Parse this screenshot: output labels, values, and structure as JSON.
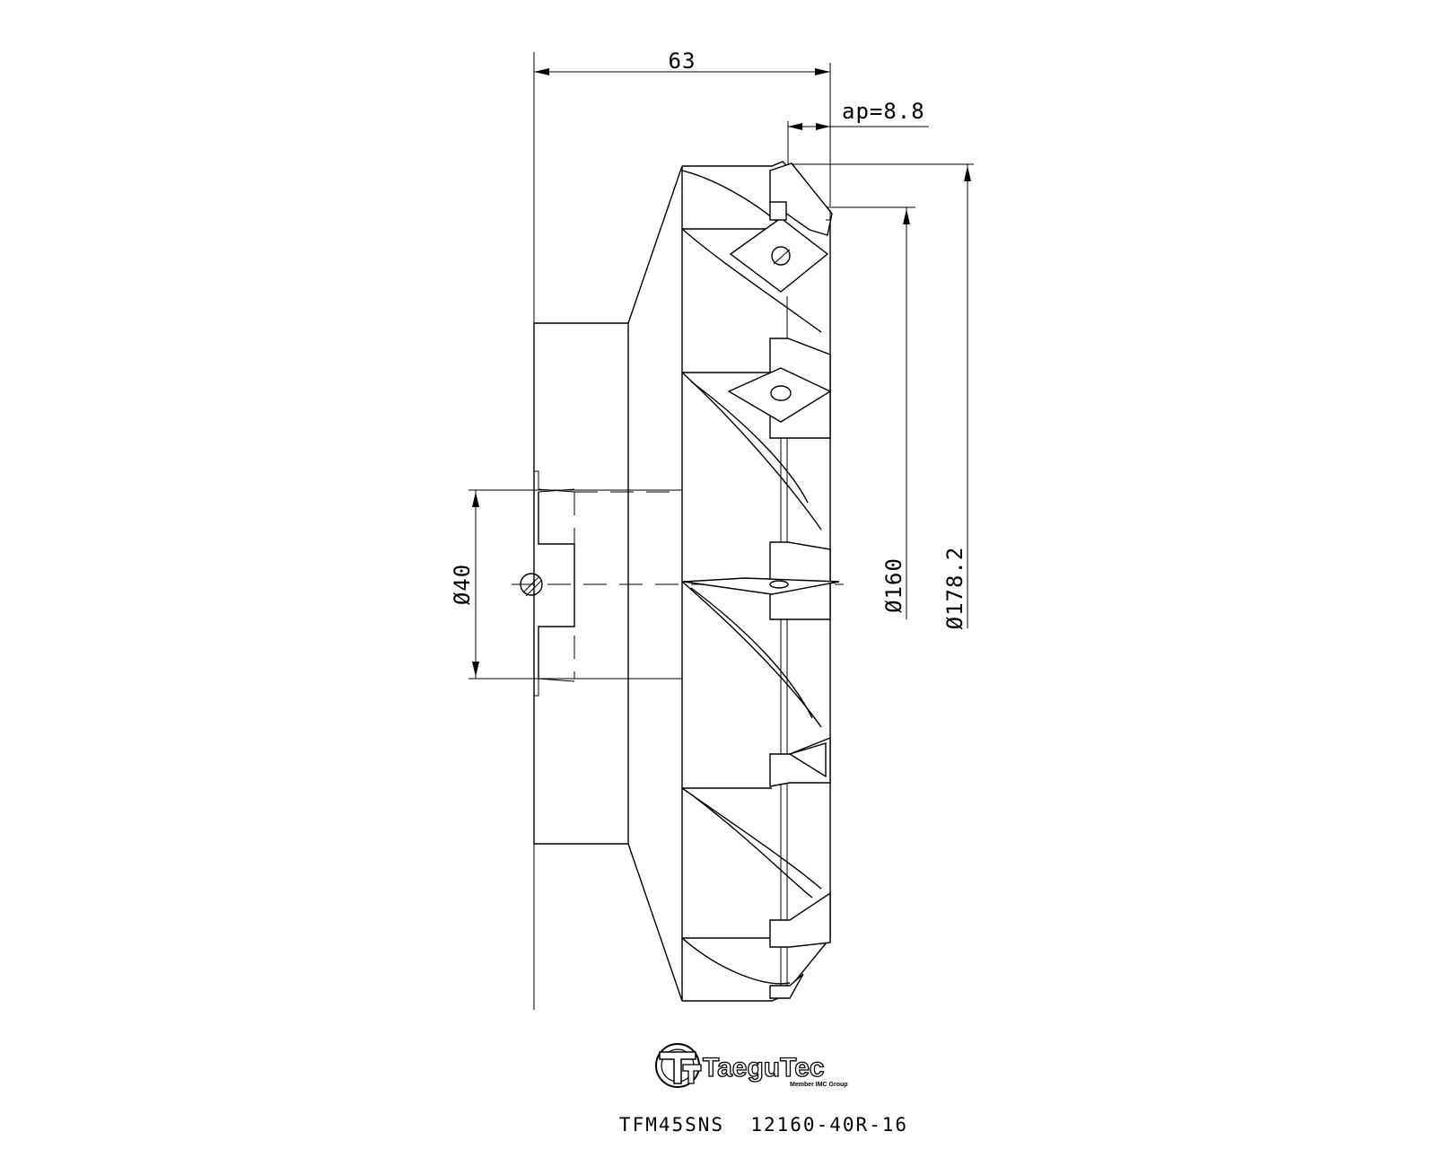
{
  "dimensions": {
    "overall_length": "63",
    "depth_of_cut": "ap=8.8",
    "bore_diameter": "Ø40",
    "cutting_diameter": "Ø160",
    "outer_diameter": "Ø178.2"
  },
  "logo": {
    "brand": "TaeguTec",
    "tagline": "Member IMC Group"
  },
  "model_code": "TFM45SNS  12160-40R-16"
}
